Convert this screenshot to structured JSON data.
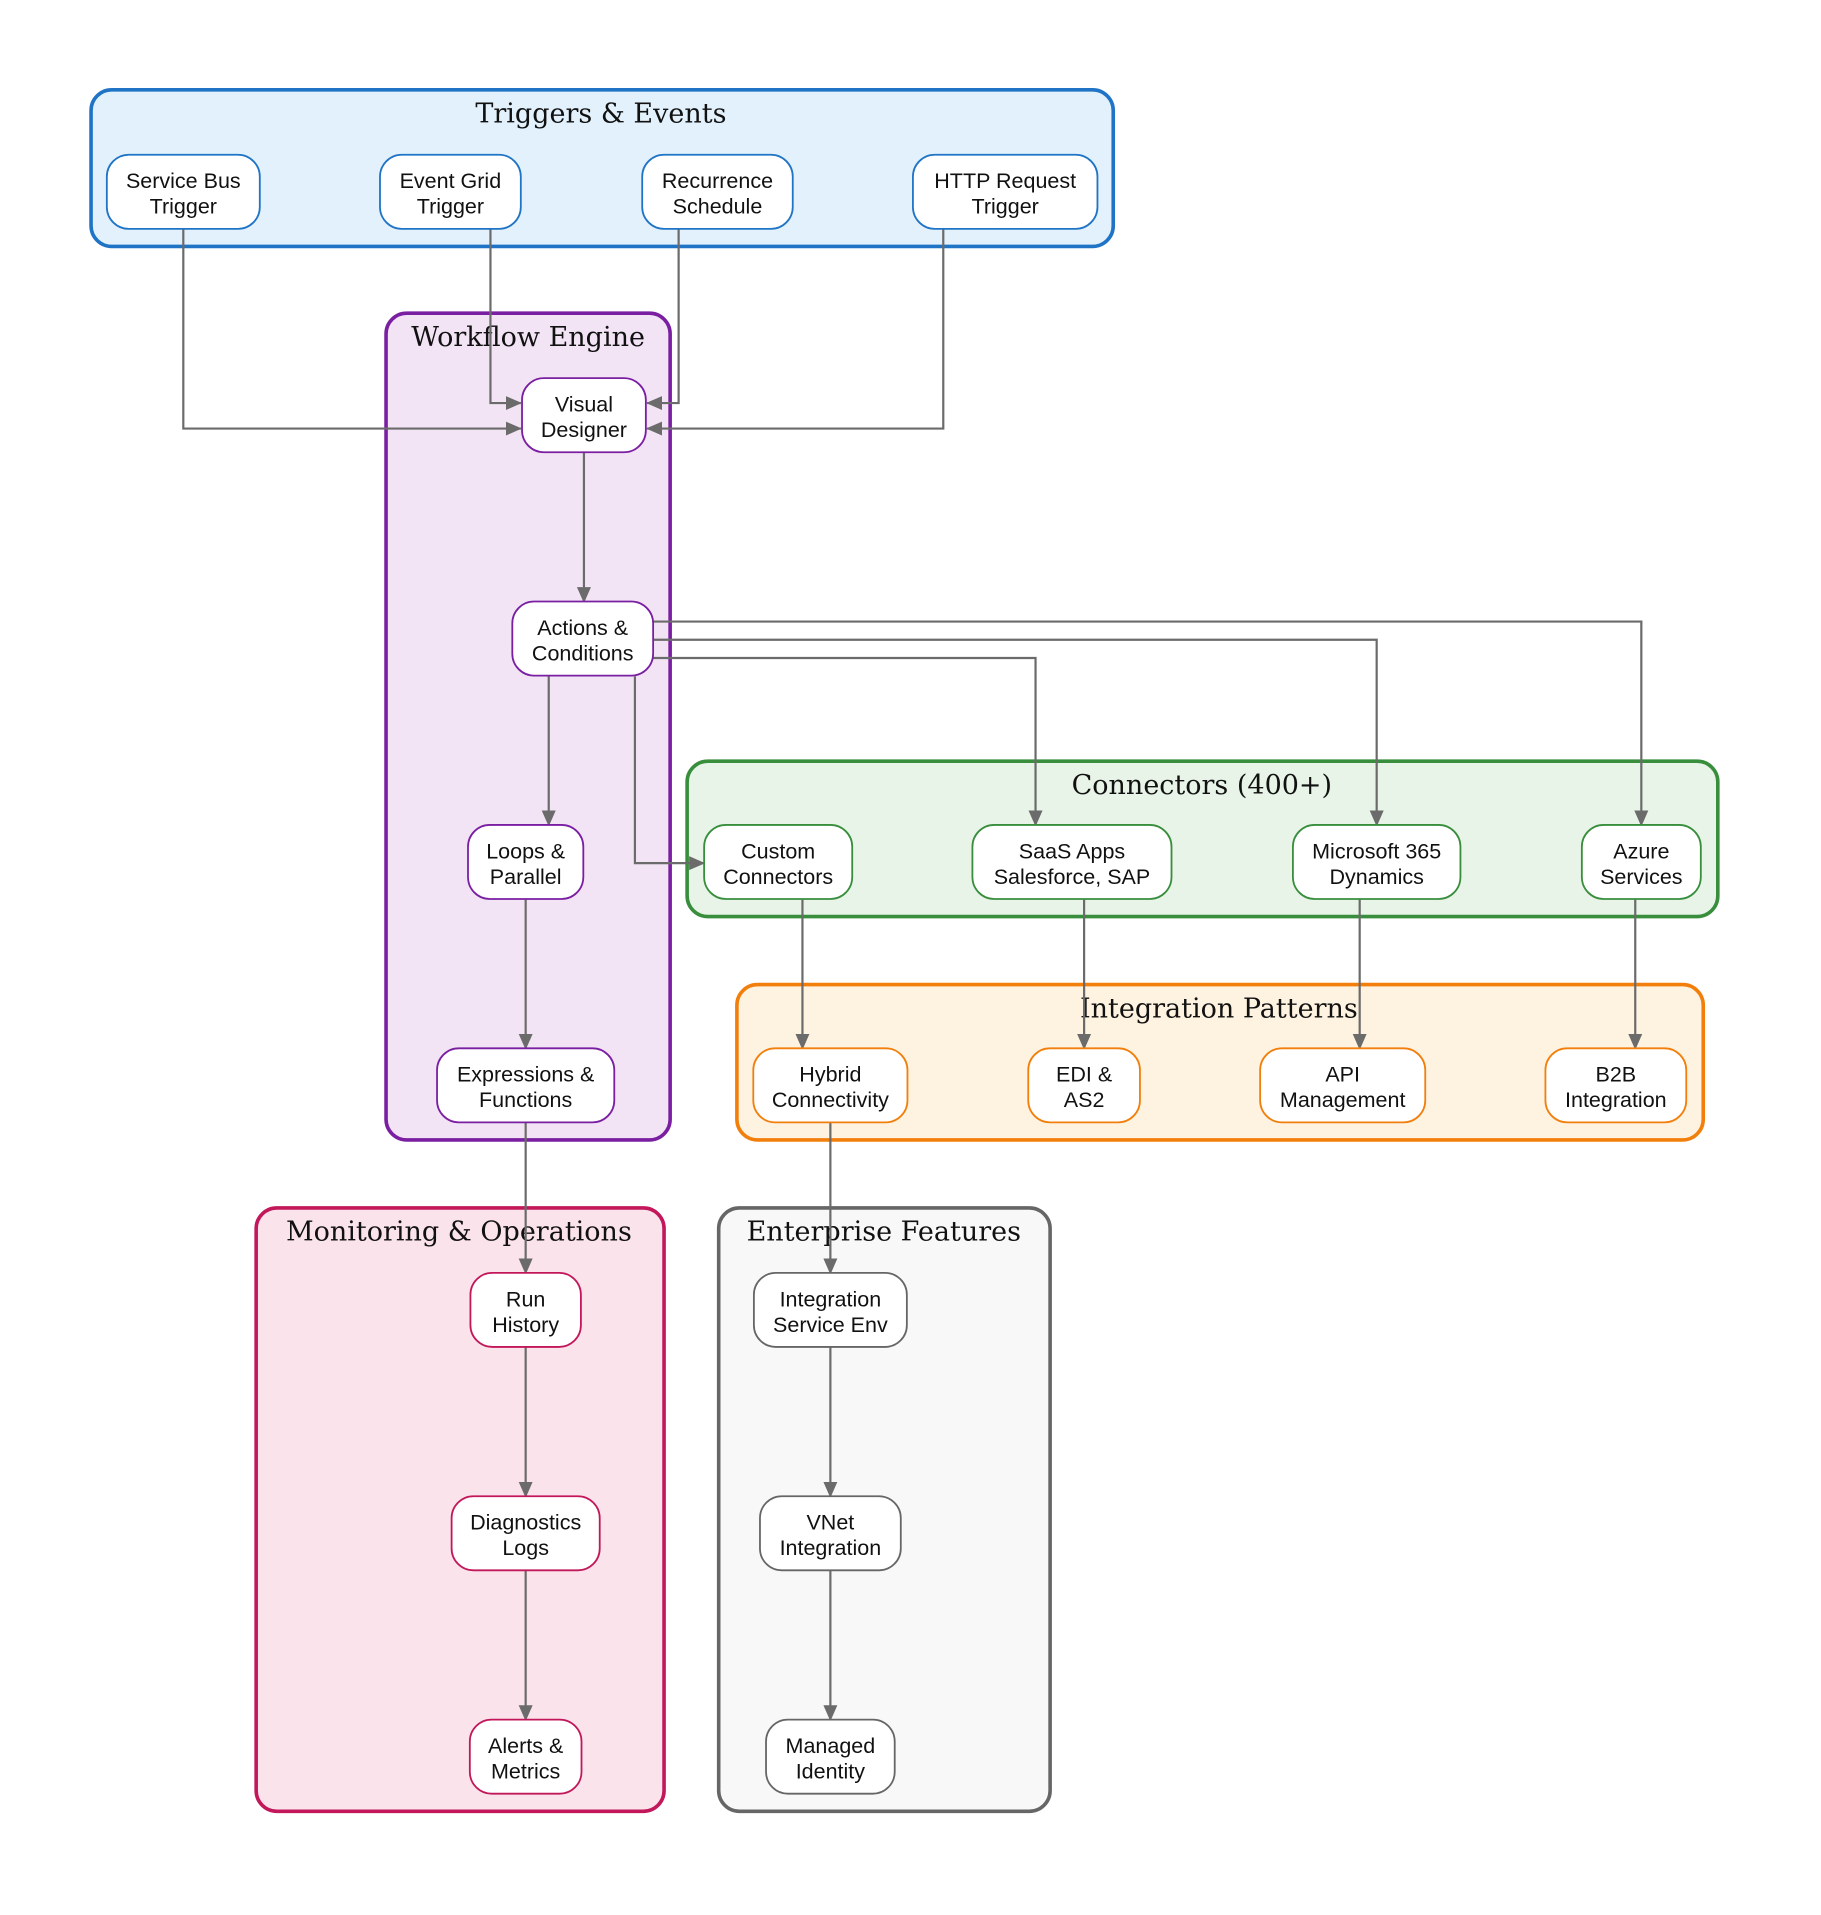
{
  "colors": {
    "edge": "#6b6b6b",
    "triggers": {
      "stroke": "#1f74c6",
      "fill": "#e2f1fb"
    },
    "workflow": {
      "stroke": "#7a1fa2",
      "fill": "#f3e4f5"
    },
    "connectors": {
      "stroke": "#388e3c",
      "fill": "#e7f4e7"
    },
    "patterns": {
      "stroke": "#f27f0c",
      "fill": "#fef2e0"
    },
    "monitoring": {
      "stroke": "#c2185b",
      "fill": "#fae3eb"
    },
    "enterprise": {
      "stroke": "#666666",
      "fill": "#f8f8f8"
    }
  },
  "clusters": {
    "triggers": {
      "title": "Triggers & Events"
    },
    "workflow": {
      "title": "Workflow Engine"
    },
    "connectors": {
      "title": "Connectors (400+)"
    },
    "patterns": {
      "title": "Integration Patterns"
    },
    "monitoring": {
      "title": "Monitoring & Operations"
    },
    "enterprise": {
      "title": "Enterprise Features"
    }
  },
  "nodes": {
    "service_bus": [
      "Service Bus",
      "Trigger"
    ],
    "event_grid": [
      "Event Grid",
      "Trigger"
    ],
    "recurrence": [
      "Recurrence",
      "Schedule"
    ],
    "http_request": [
      "HTTP Request",
      "Trigger"
    ],
    "visual_designer": [
      "Visual",
      "Designer"
    ],
    "actions": [
      "Actions &",
      "Conditions"
    ],
    "loops": [
      "Loops &",
      "Parallel"
    ],
    "expressions": [
      "Expressions &",
      "Functions"
    ],
    "custom_connectors": [
      "Custom",
      "Connectors"
    ],
    "saas_apps": [
      "SaaS Apps",
      "Salesforce, SAP"
    ],
    "ms365": [
      "Microsoft 365",
      "Dynamics"
    ],
    "azure_services": [
      "Azure",
      "Services"
    ],
    "hybrid": [
      "Hybrid",
      "Connectivity"
    ],
    "edi": [
      "EDI &",
      "AS2"
    ],
    "api_mgmt": [
      "API",
      "Management"
    ],
    "b2b": [
      "B2B",
      "Integration"
    ],
    "run_history": [
      "Run",
      "History"
    ],
    "diagnostics": [
      "Diagnostics",
      "Logs"
    ],
    "alerts": [
      "Alerts &",
      "Metrics"
    ],
    "ise": [
      "Integration",
      "Service Env"
    ],
    "vnet": [
      "VNet",
      "Integration"
    ],
    "managed_identity": [
      "Managed",
      "Identity"
    ]
  }
}
